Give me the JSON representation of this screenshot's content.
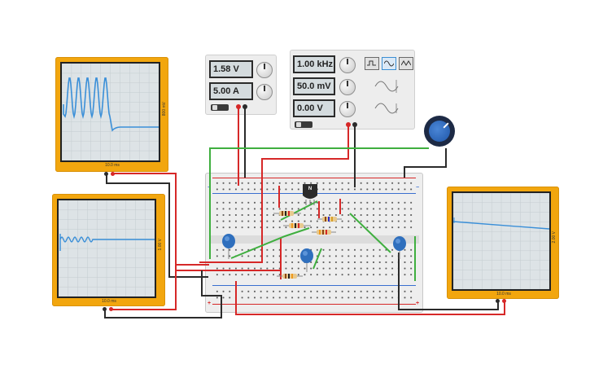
{
  "power_supply": {
    "voltage": "1.58 V",
    "current": "5.00 A"
  },
  "function_generator": {
    "frequency": "1.00 kHz",
    "amplitude": "50.0 mV",
    "offset": "0.00 V",
    "waveforms": [
      "square",
      "sine",
      "triangle"
    ],
    "selected_waveform": "sine"
  },
  "oscilloscopes": [
    {
      "id": "scope-top-left",
      "time_div": "10.0 ms",
      "volt_div": "800 mV"
    },
    {
      "id": "scope-bottom-left",
      "time_div": "10.0 ms",
      "volt_div": "1.00 V"
    },
    {
      "id": "scope-right",
      "time_div": "10.0 ms",
      "volt_div": "2.00 V"
    }
  ],
  "components": {
    "transistor_label": "N"
  },
  "colors": {
    "scope_body": "#f2a60e",
    "trace": "#3a8fd8",
    "wire_red": "#d62828",
    "wire_black": "#2b2b2b",
    "wire_green": "#3faf3f",
    "capacitor": "#2f6fbd"
  }
}
